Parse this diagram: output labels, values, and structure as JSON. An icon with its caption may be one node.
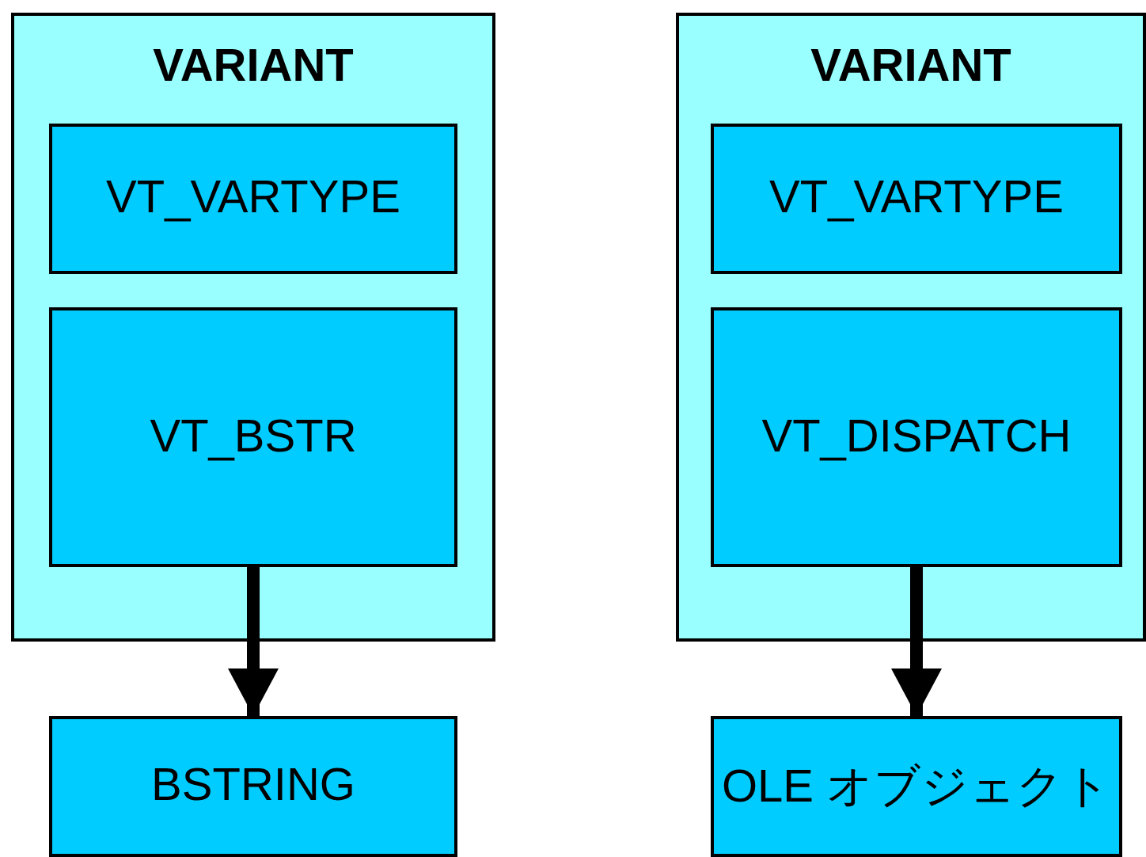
{
  "diagram": {
    "nodes": [
      {
        "text": [
          "VARIANT"
        ]
      },
      {
        "text": [
          "VT_VARTYPE"
        ],
        "in": 0
      },
      {
        "text": [
          "VT_BSTR"
        ],
        "in": 0
      },
      {
        "text": [
          "VARIANT"
        ]
      },
      {
        "text": [
          "VT_VARTYPE"
        ],
        "in": 3
      },
      {
        "text": [
          "VT_DISPATCH"
        ],
        "in": 3
      },
      {
        "text": [
          "BSTRING"
        ]
      },
      {
        "text": [
          "OLE オブジェクト"
        ]
      }
    ],
    "edges": [
      {
        "from": 2,
        "to": 6,
        "arrow": "to"
      },
      {
        "from": 5,
        "to": 7,
        "arrow": "to"
      }
    ]
  }
}
